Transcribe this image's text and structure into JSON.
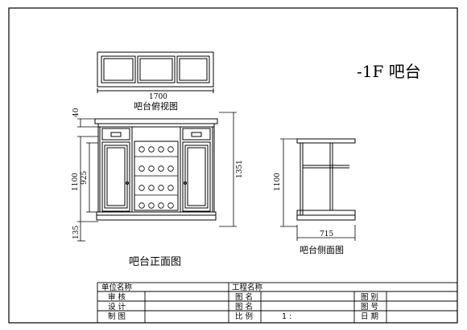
{
  "title": "-1F 吧台",
  "views": {
    "top": {
      "label": "吧台俯视图",
      "dim_width": "1700"
    },
    "front": {
      "label": "吧台正面图",
      "dim_top": "40",
      "dim_total_left": "1100",
      "dim_mid": "925",
      "dim_base": "135",
      "dim_total_right": "1351"
    },
    "side": {
      "label": "吧台侧面图",
      "dim_height": "1100",
      "dim_width": "715"
    }
  },
  "title_block": {
    "unit_name": "单位名称",
    "project_name": "工程名称",
    "review": "审 核",
    "design": "设 计",
    "draw": "制 图",
    "drawing_name_1": "图 名",
    "drawing_name_2": "图 名",
    "scale": "比 例",
    "scale_value": "1 :",
    "category": "图 别",
    "number": "图 号",
    "date": "日 期"
  }
}
